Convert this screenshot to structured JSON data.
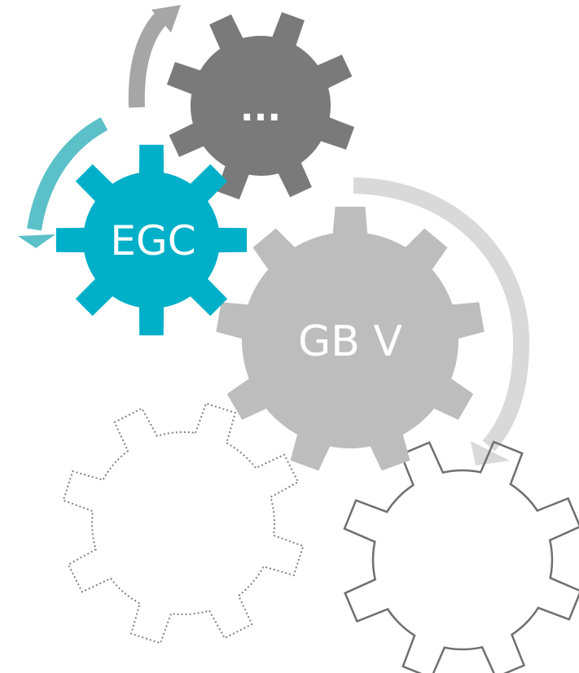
{
  "gears": [
    {
      "id": "ellipsis",
      "label": "...",
      "fill": "#7a7a7a",
      "text_color": "#ffffff",
      "style": "solid"
    },
    {
      "id": "egc",
      "label": "EGC",
      "fill": "#00b0c8",
      "text_color": "#ffffff",
      "style": "solid"
    },
    {
      "id": "gbv",
      "label": "GB V",
      "fill": "#bdbdbd",
      "text_color": "#ffffff",
      "style": "solid"
    },
    {
      "id": "outline-dotted",
      "label": "",
      "stroke": "#808080",
      "style": "dotted-outline"
    },
    {
      "id": "outline-solid",
      "label": "",
      "stroke": "#6f6f6f",
      "style": "solid-outline"
    }
  ],
  "arrows": [
    {
      "id": "arrow-top",
      "color": "#a6a6a6"
    },
    {
      "id": "arrow-left",
      "color": "#5bc0c8"
    },
    {
      "id": "arrow-right",
      "color": "#d9d9d9"
    }
  ]
}
